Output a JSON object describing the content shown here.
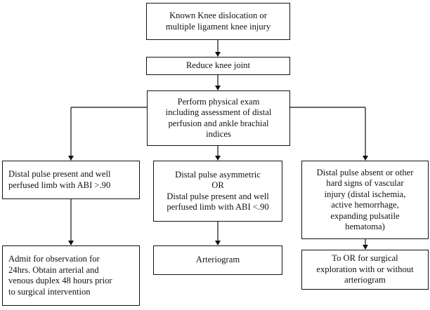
{
  "flowchart": {
    "start": "Known Knee dislocation or\nmultiple ligament knee injury",
    "reduce": "Reduce knee joint",
    "exam": "Perform physical exam\nincluding assessment of distal\nperfusion and ankle brachial\nindices",
    "branch_left": "Distal pulse present and well\nperfused limb with ABI >.90",
    "branch_middle": "Distal pulse asymmetric\nOR\nDistal pulse present and well\nperfused limb with ABI <.90",
    "branch_right": "Distal pulse absent or other\nhard signs of vascular\ninjury (distal ischemia,\nactive hemorrhage,\nexpanding pulsatile\nhematoma)",
    "outcome_left": "Admit for observation for\n24hrs.  Obtain arterial and\nvenous duplex 48 hours prior\nto surgical intervention",
    "outcome_middle": "Arteriogram",
    "outcome_right": "To OR for surgical\nexploration with or without\narteriogram"
  }
}
